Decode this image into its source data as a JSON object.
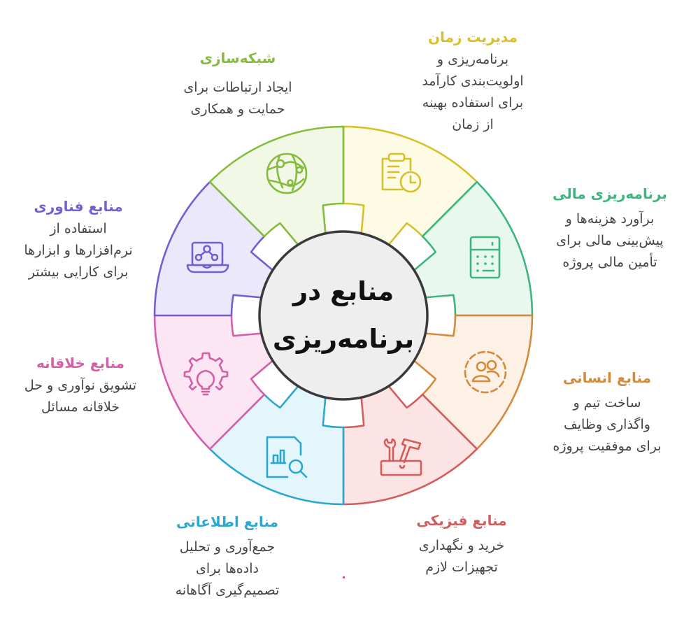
{
  "diagram": {
    "center": {
      "line1": "منابع در",
      "line2": "برنامه‌ریزی"
    },
    "segments": [
      {
        "id": "time-management",
        "title": "مدیریت زمان",
        "description_lines": [
          "برنامه‌ریزی و",
          "اولویت‌بندی کارآمد",
          "برای استفاده بهینه",
          "از زمان"
        ],
        "color": "#d6c12a",
        "fill": "#fdfbe3",
        "icon": "clipboard-clock-icon"
      },
      {
        "id": "financial-planning",
        "title": "برنامه‌ریزی مالی",
        "description_lines": [
          "برآورد هزینه‌ها و",
          "پیش‌بینی مالی برای",
          "تأمین مالی پروژه"
        ],
        "color": "#3db67e",
        "fill": "#e8f8ef",
        "icon": "calculator-icon"
      },
      {
        "id": "human-resources",
        "title": "منابع انسانی",
        "description_lines": [
          "ساخت تیم و",
          "واگذاری وظایف",
          "برای موفقیت پروژه"
        ],
        "color": "#d48a3c",
        "fill": "#fdf0e4",
        "icon": "team-icon"
      },
      {
        "id": "physical-resources",
        "title": "منابع فیزیکی",
        "description_lines": [
          "خرید و نگهداری",
          "تجهیزات لازم"
        ],
        "color": "#d45c5c",
        "fill": "#fde4e4",
        "icon": "toolbox-icon"
      },
      {
        "id": "information-resources",
        "title": "منابع اطلاعاتی",
        "description_lines": [
          "جمع‌آوری و تحلیل",
          "داده‌ها برای",
          "تصمیم‌گیری آگاهانه"
        ],
        "color": "#2ba8cf",
        "fill": "#e2f6fc",
        "icon": "document-analytics-icon"
      },
      {
        "id": "creative-resources",
        "title": "منابع خلاقانه",
        "description_lines": [
          "تشویق نوآوری و حل",
          "خلاقانه مسائل"
        ],
        "color": "#d45ea8",
        "fill": "#fde6f3",
        "icon": "gear-lightbulb-icon"
      },
      {
        "id": "technology-resources",
        "title": "منابع فناوری",
        "description_lines": [
          "استفاده از",
          "نرم‌افزارها و ابزارها",
          "برای کارایی بیشتر"
        ],
        "color": "#7360cf",
        "fill": "#ebe8fc",
        "icon": "laptop-network-icon"
      },
      {
        "id": "networking",
        "title": "شبکه‌سازی",
        "description_lines": [
          "ایجاد ارتباطات برای",
          "حمایت و همکاری"
        ],
        "color": "#86bb3e",
        "fill": "#f1f8e6",
        "icon": "globe-network-icon"
      }
    ]
  }
}
